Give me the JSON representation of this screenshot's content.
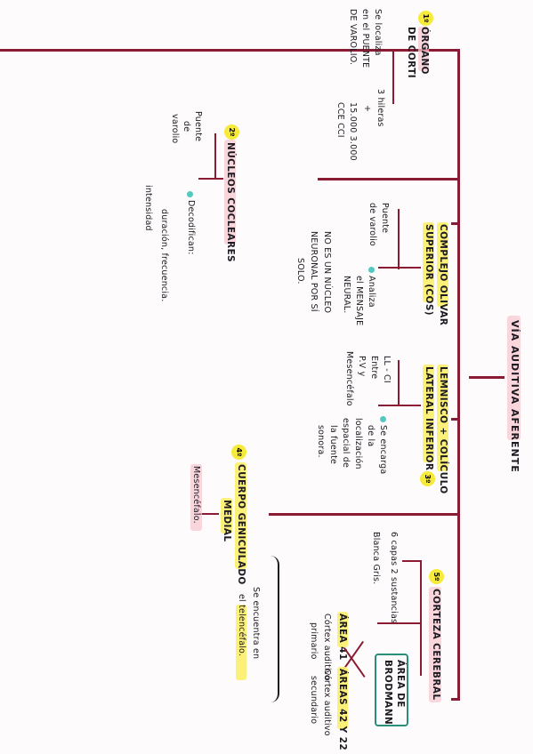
{
  "title": "VÍA AUDITIVA AFERENTE",
  "nodes": [
    {
      "id": "organo-corti",
      "badge": "1º",
      "heading": [
        "ÓRGANO",
        "DE CORTI"
      ],
      "lines": [
        "Se localiza",
        "en el PUENTE",
        "DE VAROLIO."
      ],
      "side": [
        "3 hileras",
        "+"
      ],
      "counts": [
        "15.000 3.000",
        "CCE CCI"
      ]
    },
    {
      "id": "nucleos-cocleares",
      "badge": "2º",
      "heading": [
        "NÚCLEOS COCLEARES"
      ],
      "side_label": [
        "Puente",
        "de",
        "varolio"
      ],
      "bullet": "Decodifican:",
      "sub": [
        "duración, frecuencia.",
        "intensidad"
      ]
    },
    {
      "id": "complejo-olivar",
      "heading": [
        "COMPLEJO OLIVAR",
        "SUPERIOR (COS)"
      ],
      "side_label": [
        "Puente",
        "de varolio"
      ],
      "bullet_lines": [
        "Analiza",
        "el MENSAJE",
        "NEURAL."
      ],
      "note": [
        "NO ES UN NÚCLEO",
        "NEURONAL POR SÍ",
        "SOLO."
      ]
    },
    {
      "id": "lemnisco-lateral",
      "badge": "3º",
      "heading": [
        "LEMNISCO + COLÍCULO",
        "LATERAL INFERIOR"
      ],
      "lines": [
        "LL - CI",
        "Entre",
        "P.V y",
        "Mesencéfalo"
      ],
      "bullet_lines": [
        "Se encarga",
        "de la",
        "localización",
        "espacial de",
        "la fuente",
        "sonora."
      ]
    },
    {
      "id": "cuerpo-geniculado",
      "badge": "4º",
      "heading": [
        "CUERPO GENICULADO",
        "MEDIAL"
      ],
      "lines": [
        "Mesencéfalo."
      ]
    },
    {
      "id": "corteza-cerebral",
      "badge": "5º",
      "heading": [
        "CORTEZA CEREBRAL"
      ],
      "left_lines": [
        "6 capas 2 sustancias",
        "Blanca Gris."
      ],
      "area41": [
        "ÁREA 41",
        "Córtex auditivo",
        "primario"
      ],
      "boxed": [
        "ÁREA DE",
        "BRODMANN"
      ],
      "area4222": [
        "ÁREAS 42 y 22",
        "Córtex auditivo",
        "secundario"
      ],
      "brace_note": [
        "Se encuentra en",
        "el telencéfalo."
      ]
    }
  ]
}
